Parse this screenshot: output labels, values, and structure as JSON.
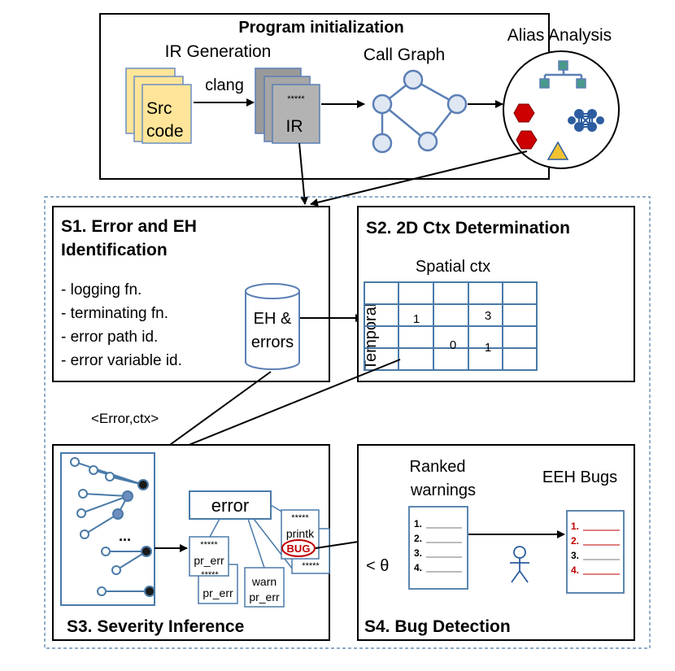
{
  "top": {
    "title": "Program initialization",
    "ir_generation_label": "IR Generation",
    "src_code_line1": "Src",
    "src_code_line2": "code",
    "clang_label": "clang",
    "ir_stars": "*****",
    "ir_label": "IR",
    "call_graph_label": "Call Graph",
    "alias_analysis_label": "Alias Analysis"
  },
  "s1": {
    "title_line1": "S1. Error and EH",
    "title_line2": "Identification",
    "items": [
      "- logging fn.",
      "- terminating fn.",
      "- error path id.",
      "- error variable id."
    ],
    "db_line1": "EH &",
    "db_line2": "errors"
  },
  "s2": {
    "title": "S2. 2D Ctx Determination",
    "spatial_label": "Spatial ctx",
    "temporal_label": "Temporal",
    "cell_1": "1",
    "cell_3": "3",
    "cell_0": "0",
    "cell_1b": "1"
  },
  "flow_label": "<Error,ctx>",
  "s3": {
    "title": "S3. Severity Inference",
    "dots": "...",
    "error_box": "error",
    "stars_a": "*****",
    "pr_err_a": "pr_err",
    "stars_b": "*****",
    "pr_err_b": "pr_err",
    "warn": "warn",
    "warn_pr_err": "pr_err",
    "stars_c": "*****",
    "printk": "printk",
    "bug": "BUG",
    "stars_d": "*****"
  },
  "s4": {
    "title": "S4. Bug Detection",
    "ranked_line1": "Ranked",
    "ranked_line2": "warnings",
    "eeh_label": "EEH Bugs",
    "theta_label": "< θ",
    "ranked_nums": [
      "1.",
      "2.",
      "3.",
      "4."
    ],
    "eeh_nums": [
      "1.",
      "2.",
      "3.",
      "4."
    ]
  },
  "colors": {
    "node_blue": "#5b7fb5",
    "node_fill": "#dfe7f3",
    "src_yellow": "#ffe599",
    "ir_gray": "#a6a6a6",
    "red": "#c00000",
    "hex_red": "#cc0000",
    "tri_yellow": "#f1c232",
    "teal": "#4a9a8c"
  }
}
